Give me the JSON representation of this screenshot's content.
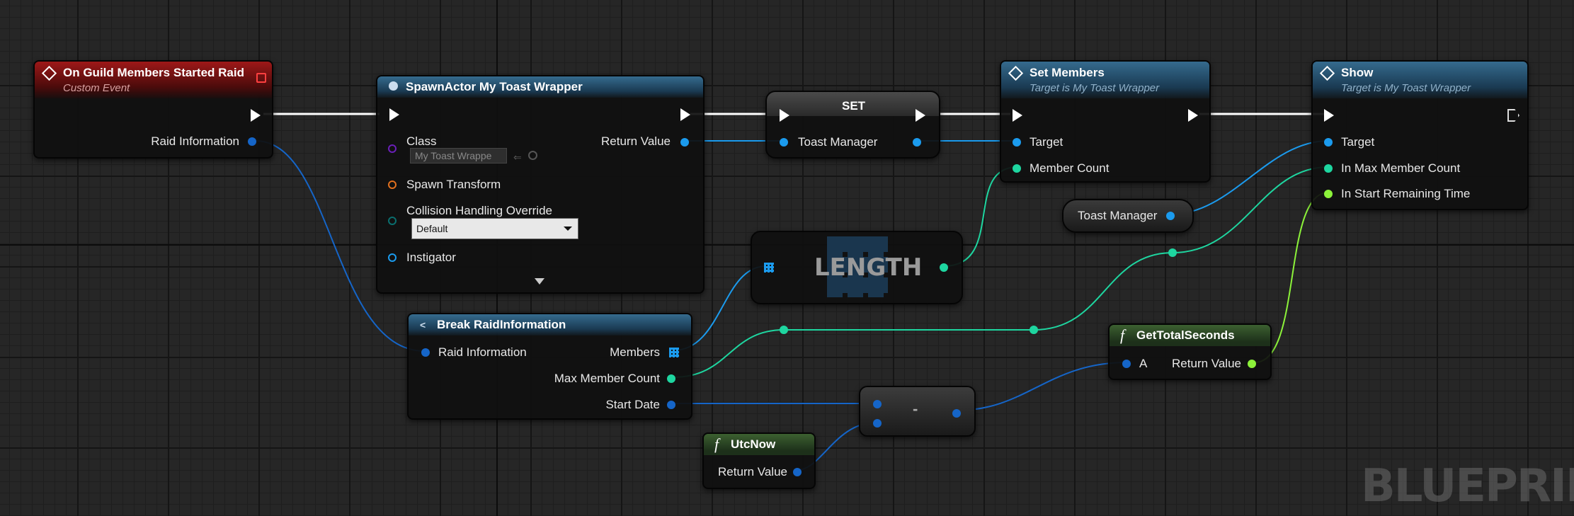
{
  "watermark": "BLUEPRINT",
  "nodes": {
    "event": {
      "title": "On Guild Members Started Raid",
      "subtitle": "Custom Event",
      "pin_raid": "Raid Information"
    },
    "spawn": {
      "title": "SpawnActor My Toast Wrapper",
      "pin_class": "Class",
      "class_value": "My Toast Wrappe",
      "pin_return": "Return Value",
      "pin_transform": "Spawn Transform",
      "pin_collision": "Collision Handling Override",
      "collision_value": "Default",
      "pin_instigator": "Instigator"
    },
    "set": {
      "title": "SET",
      "pin_toast": "Toast Manager"
    },
    "set_members": {
      "title": "Set Members",
      "subtitle": "Target is My Toast Wrapper",
      "pin_target": "Target",
      "pin_count": "Member Count"
    },
    "show": {
      "title": "Show",
      "subtitle": "Target is My Toast Wrapper",
      "pin_target": "Target",
      "pin_max": "In Max Member Count",
      "pin_time": "In Start Remaining Time"
    },
    "toast_var": {
      "label": "Toast Manager"
    },
    "length": {
      "label": "LENGTH"
    },
    "break": {
      "title": "Break RaidInformation",
      "pin_raid": "Raid Information",
      "pin_members": "Members",
      "pin_max": "Max Member Count",
      "pin_start": "Start Date"
    },
    "total_seconds": {
      "title": "GetTotalSeconds",
      "pin_a": "A",
      "pin_return": "Return Value"
    },
    "minus": {
      "label": "-"
    },
    "utcnow": {
      "title": "UtcNow",
      "pin_return": "Return Value"
    }
  },
  "colors": {
    "exec": "#ffffff",
    "object": "#1b9bee",
    "struct": "#1565c8",
    "int": "#1ed6a0",
    "float": "#8cf23a",
    "class": "#6a1fb8",
    "transform": "#e0701e",
    "byte": "#0a6e6e"
  }
}
